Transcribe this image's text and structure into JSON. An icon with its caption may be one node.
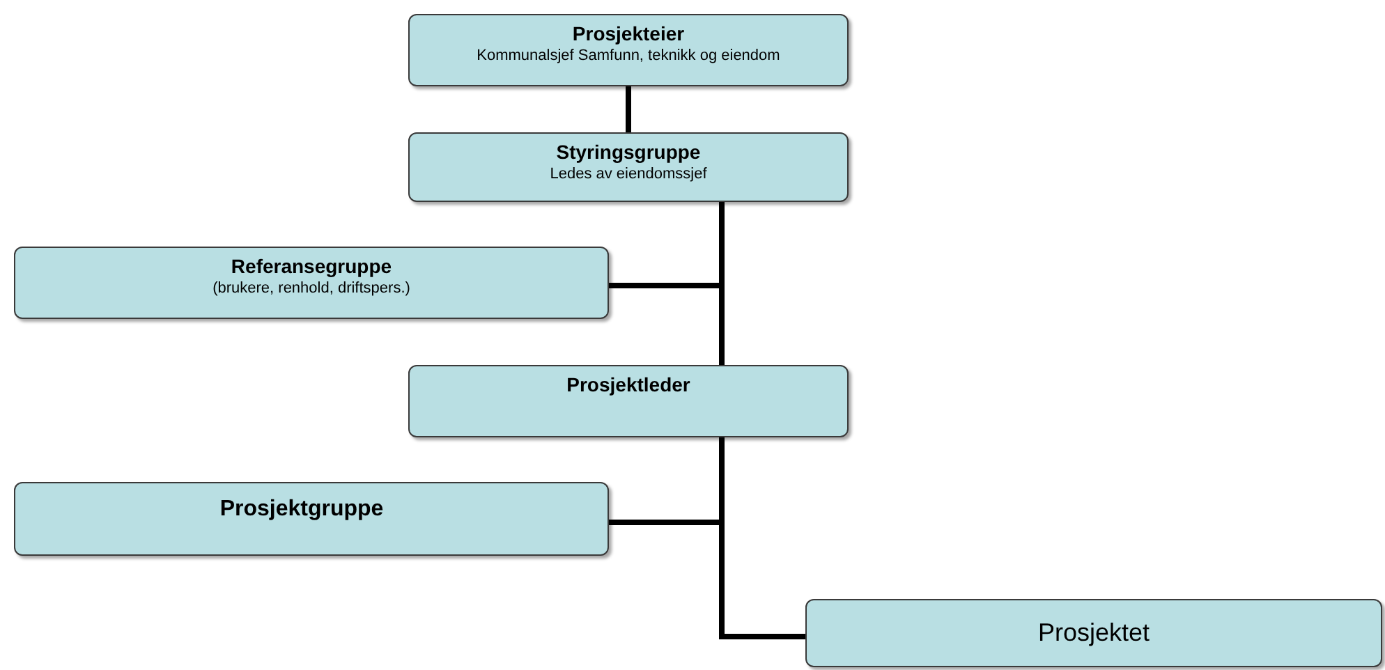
{
  "diagram": {
    "nodes": [
      {
        "text": [
          "Prosjekteier",
          "Kommunalsjef Samfunn, teknikk og eiendom"
        ]
      },
      {
        "text": [
          "Styringsgruppe",
          "Ledes av eiendomssjef"
        ]
      },
      {
        "text": [
          "Referansegruppe",
          "(brukere, renhold, driftspers.)"
        ]
      },
      {
        "text": [
          "Prosjektleder"
        ]
      },
      {
        "text": [
          "Prosjektgruppe"
        ]
      },
      {
        "text": [
          "Prosjektet"
        ]
      }
    ],
    "edges": [
      {
        "from": 0,
        "to": 1,
        "arrow": "none"
      },
      {
        "from": 1,
        "to": 2,
        "arrow": "none"
      },
      {
        "from": 1,
        "to": 3,
        "arrow": "none"
      },
      {
        "from": 3,
        "to": 4,
        "arrow": "none"
      },
      {
        "from": 3,
        "to": 5,
        "arrow": "none"
      }
    ]
  }
}
